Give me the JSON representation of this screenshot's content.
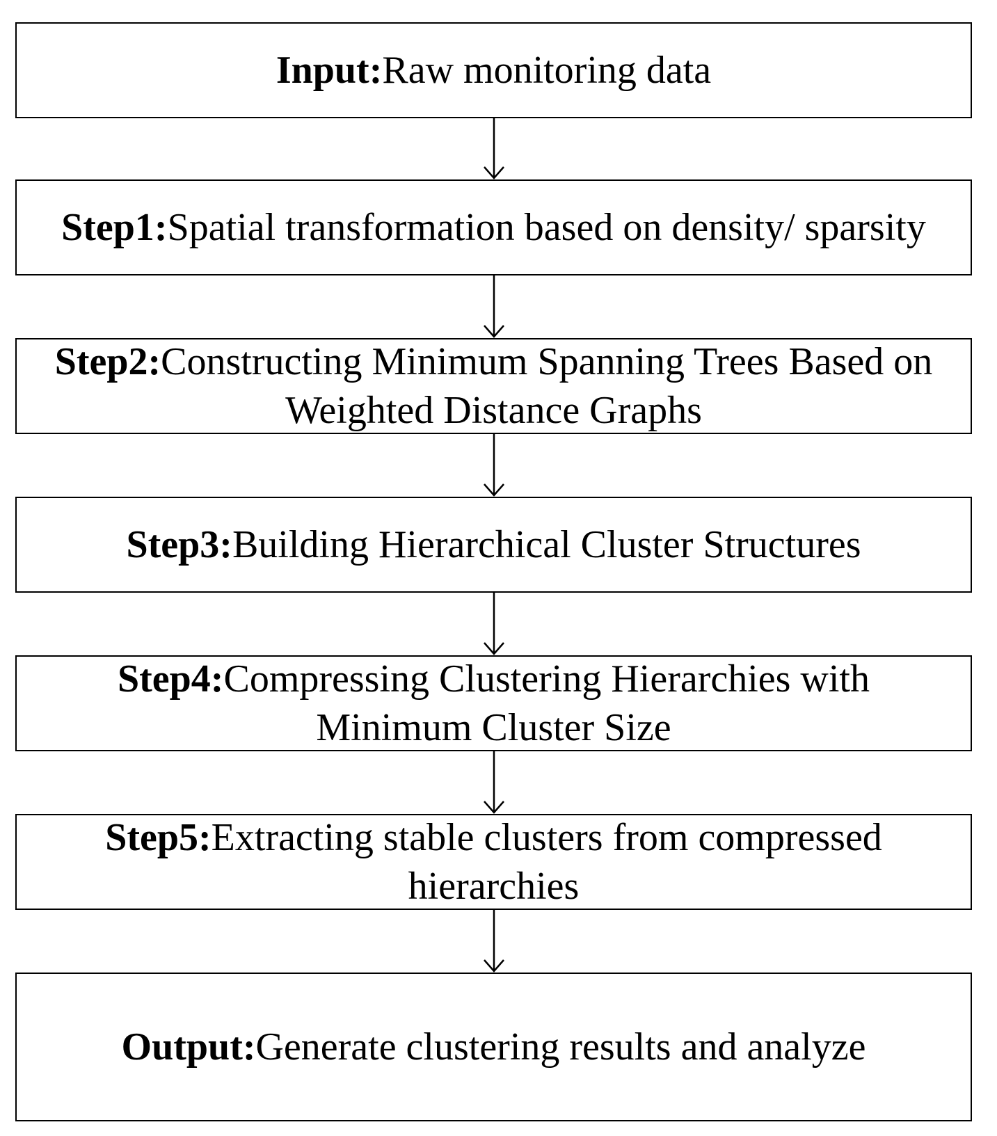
{
  "flowchart": {
    "steps": [
      {
        "id": "input",
        "lead": "Input:",
        "text": "Raw monitoring data"
      },
      {
        "id": "step1",
        "lead": "Step1:",
        "text": "Spatial transformation based on density/ sparsity"
      },
      {
        "id": "step2",
        "lead": "Step2:",
        "text": "Constructing Minimum Spanning Trees Based on Weighted Distance Graphs"
      },
      {
        "id": "step3",
        "lead": "Step3:",
        "text": "Building Hierarchical Cluster Structures"
      },
      {
        "id": "step4",
        "lead": "Step4:",
        "text": "Compressing Clustering Hierarchies with Minimum Cluster Size"
      },
      {
        "id": "step5",
        "lead": "Step5:",
        "text": "Extracting stable clusters from compressed hierarchies"
      },
      {
        "id": "output",
        "lead": "Output:",
        "text": "Generate clustering results and analyze"
      }
    ]
  }
}
